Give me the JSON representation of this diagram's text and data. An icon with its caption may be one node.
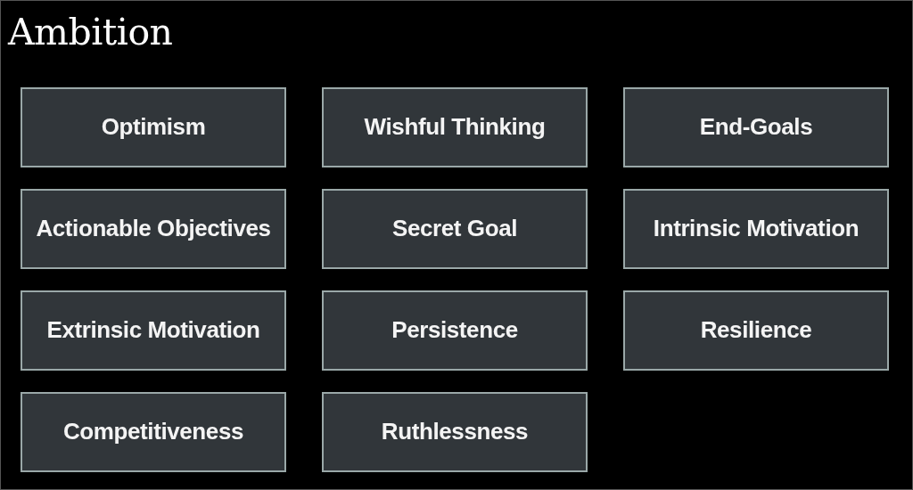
{
  "diagram": {
    "title": "Ambition",
    "nodes": [
      {
        "text": [
          "Optimism"
        ]
      },
      {
        "text": [
          "Wishful Thinking"
        ]
      },
      {
        "text": [
          "End-Goals"
        ]
      },
      {
        "text": [
          "Actionable Objectives"
        ]
      },
      {
        "text": [
          "Secret Goal"
        ]
      },
      {
        "text": [
          "Intrinsic Motivation"
        ]
      },
      {
        "text": [
          "Extrinsic Motivation"
        ]
      },
      {
        "text": [
          "Persistence"
        ]
      },
      {
        "text": [
          "Resilience"
        ]
      },
      {
        "text": [
          "Competitiveness"
        ]
      },
      {
        "text": [
          "Ruthlessness"
        ]
      }
    ]
  }
}
